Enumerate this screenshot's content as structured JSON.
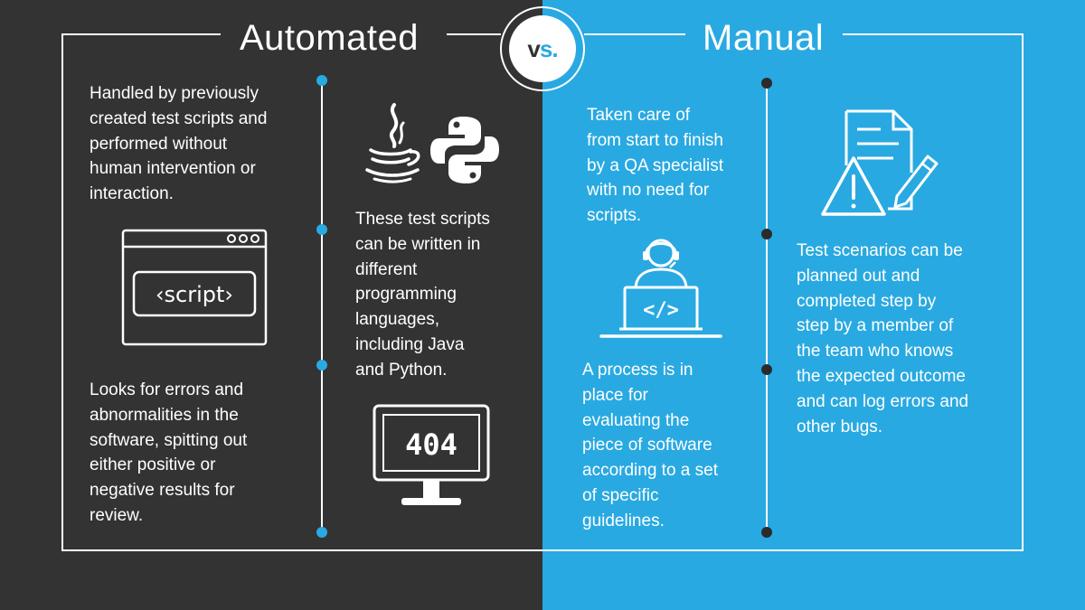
{
  "colors": {
    "left_bg": "#333333",
    "right_bg": "#29a9e1",
    "accent_blue": "#29a9e1",
    "text": "#ffffff",
    "dark_dot": "#2b2b2b"
  },
  "header": {
    "left_title": "Automated",
    "right_title": "Manual",
    "vs_v": "v",
    "vs_rest": "s."
  },
  "automated": {
    "col1_top_lines": [
      "Handled by previously",
      "created test scripts and",
      "performed without",
      "human intervention or",
      "interaction."
    ],
    "col1_bottom_lines": [
      "Looks for errors and",
      "abnormalities in the",
      "software, spitting out",
      "either positive or",
      "negative results for",
      "review."
    ],
    "col2_lines": [
      "These test scripts",
      "can be written in",
      "different",
      "programming",
      "languages,",
      "including Java",
      "and Python."
    ],
    "script_icon_text": "‹script›",
    "error_icon_text": "404"
  },
  "manual": {
    "col1_top_lines": [
      "Taken care of",
      "from start to finish",
      "by a QA specialist",
      "with no need for",
      "scripts."
    ],
    "col1_bottom_lines": [
      "A process is in",
      "place for",
      "evaluating the",
      "piece of software",
      "according to a set",
      "of specific",
      "guidelines."
    ],
    "col2_lines": [
      "Test scenarios can be",
      "planned out and",
      "completed step by",
      "step by a member of",
      "the team who knows",
      "the expected outcome",
      "and can log errors and",
      "other bugs."
    ],
    "laptop_icon_text": "</>"
  },
  "icons": {
    "browser_script": "browser-script-icon",
    "java": "java-icon",
    "python": "python-icon",
    "monitor_404": "monitor-404-icon",
    "developer": "developer-laptop-icon",
    "document_warning": "document-warning-icon"
  }
}
